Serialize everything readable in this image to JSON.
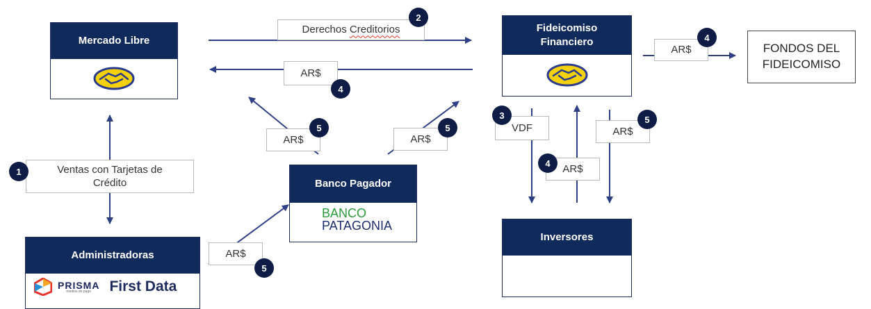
{
  "nodes": {
    "mercado_libre": "Mercado Libre",
    "fideicomiso": "Fideicomiso Financiero",
    "fondos": "FONDOS DEL FIDEICOMISO",
    "banco_pagador": "Banco Pagador",
    "administradoras": "Administradoras",
    "inversores": "Inversores"
  },
  "logos": {
    "banco_patagonia_line1": "BANCO",
    "banco_patagonia_line2": "PATAGONIA",
    "prisma": "PRISMA",
    "prisma_sub": "medios de pago",
    "first_data": "First Data"
  },
  "labels": {
    "derechos_a": "Derechos",
    "derechos_b": "Creditorios",
    "ars_mercado": "AR$",
    "ars_fondos": "AR$",
    "ars_banco_left": "AR$",
    "ars_banco_right": "AR$",
    "ventas": "Ventas con Tarjetas de Crédito",
    "vdf": "VDF",
    "ars_inv_mid": "AR$",
    "ars_inv_right": "AR$",
    "ars_admin": "AR$"
  },
  "badges": {
    "b1": "1",
    "b2": "2",
    "b3": "3",
    "b4_mercado": "4",
    "b4_fondos": "4",
    "b4_inv": "4",
    "b5_left": "5",
    "b5_right": "5",
    "b5_inv": "5",
    "b5_admin": "5"
  },
  "colors": {
    "box_header": "#102a5c",
    "arrow": "#2e3f86",
    "badge": "#0f1d46",
    "patagonia_green": "#2e9a3a",
    "patagonia_navy": "#1d2c6b",
    "prisma_navy": "#1b2560",
    "first_data_navy": "#1e2b5e"
  },
  "icons": [
    "handshake-icon",
    "prisma-logo-icon"
  ]
}
